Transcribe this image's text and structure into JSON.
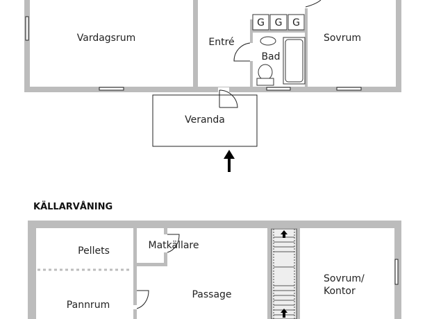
{
  "upper_floor": {
    "rooms": {
      "vardagsrum": "Vardagsrum",
      "entre": "Entré",
      "bad": "Bad",
      "sovrum": "Sovrum",
      "veranda": "Veranda"
    },
    "appliances": [
      "G",
      "G",
      "G"
    ]
  },
  "basement": {
    "title": "KÄLLARVÅNING",
    "rooms": {
      "pellets": "Pellets",
      "matkallare": "Matkällare",
      "passage": "Passage",
      "pannrum": "Pannrum",
      "sovrum_kontor_line1": "Sovrum/",
      "sovrum_kontor_line2": "Kontor"
    }
  },
  "colors": {
    "wall": "#bcbcbc",
    "line": "#111111"
  }
}
